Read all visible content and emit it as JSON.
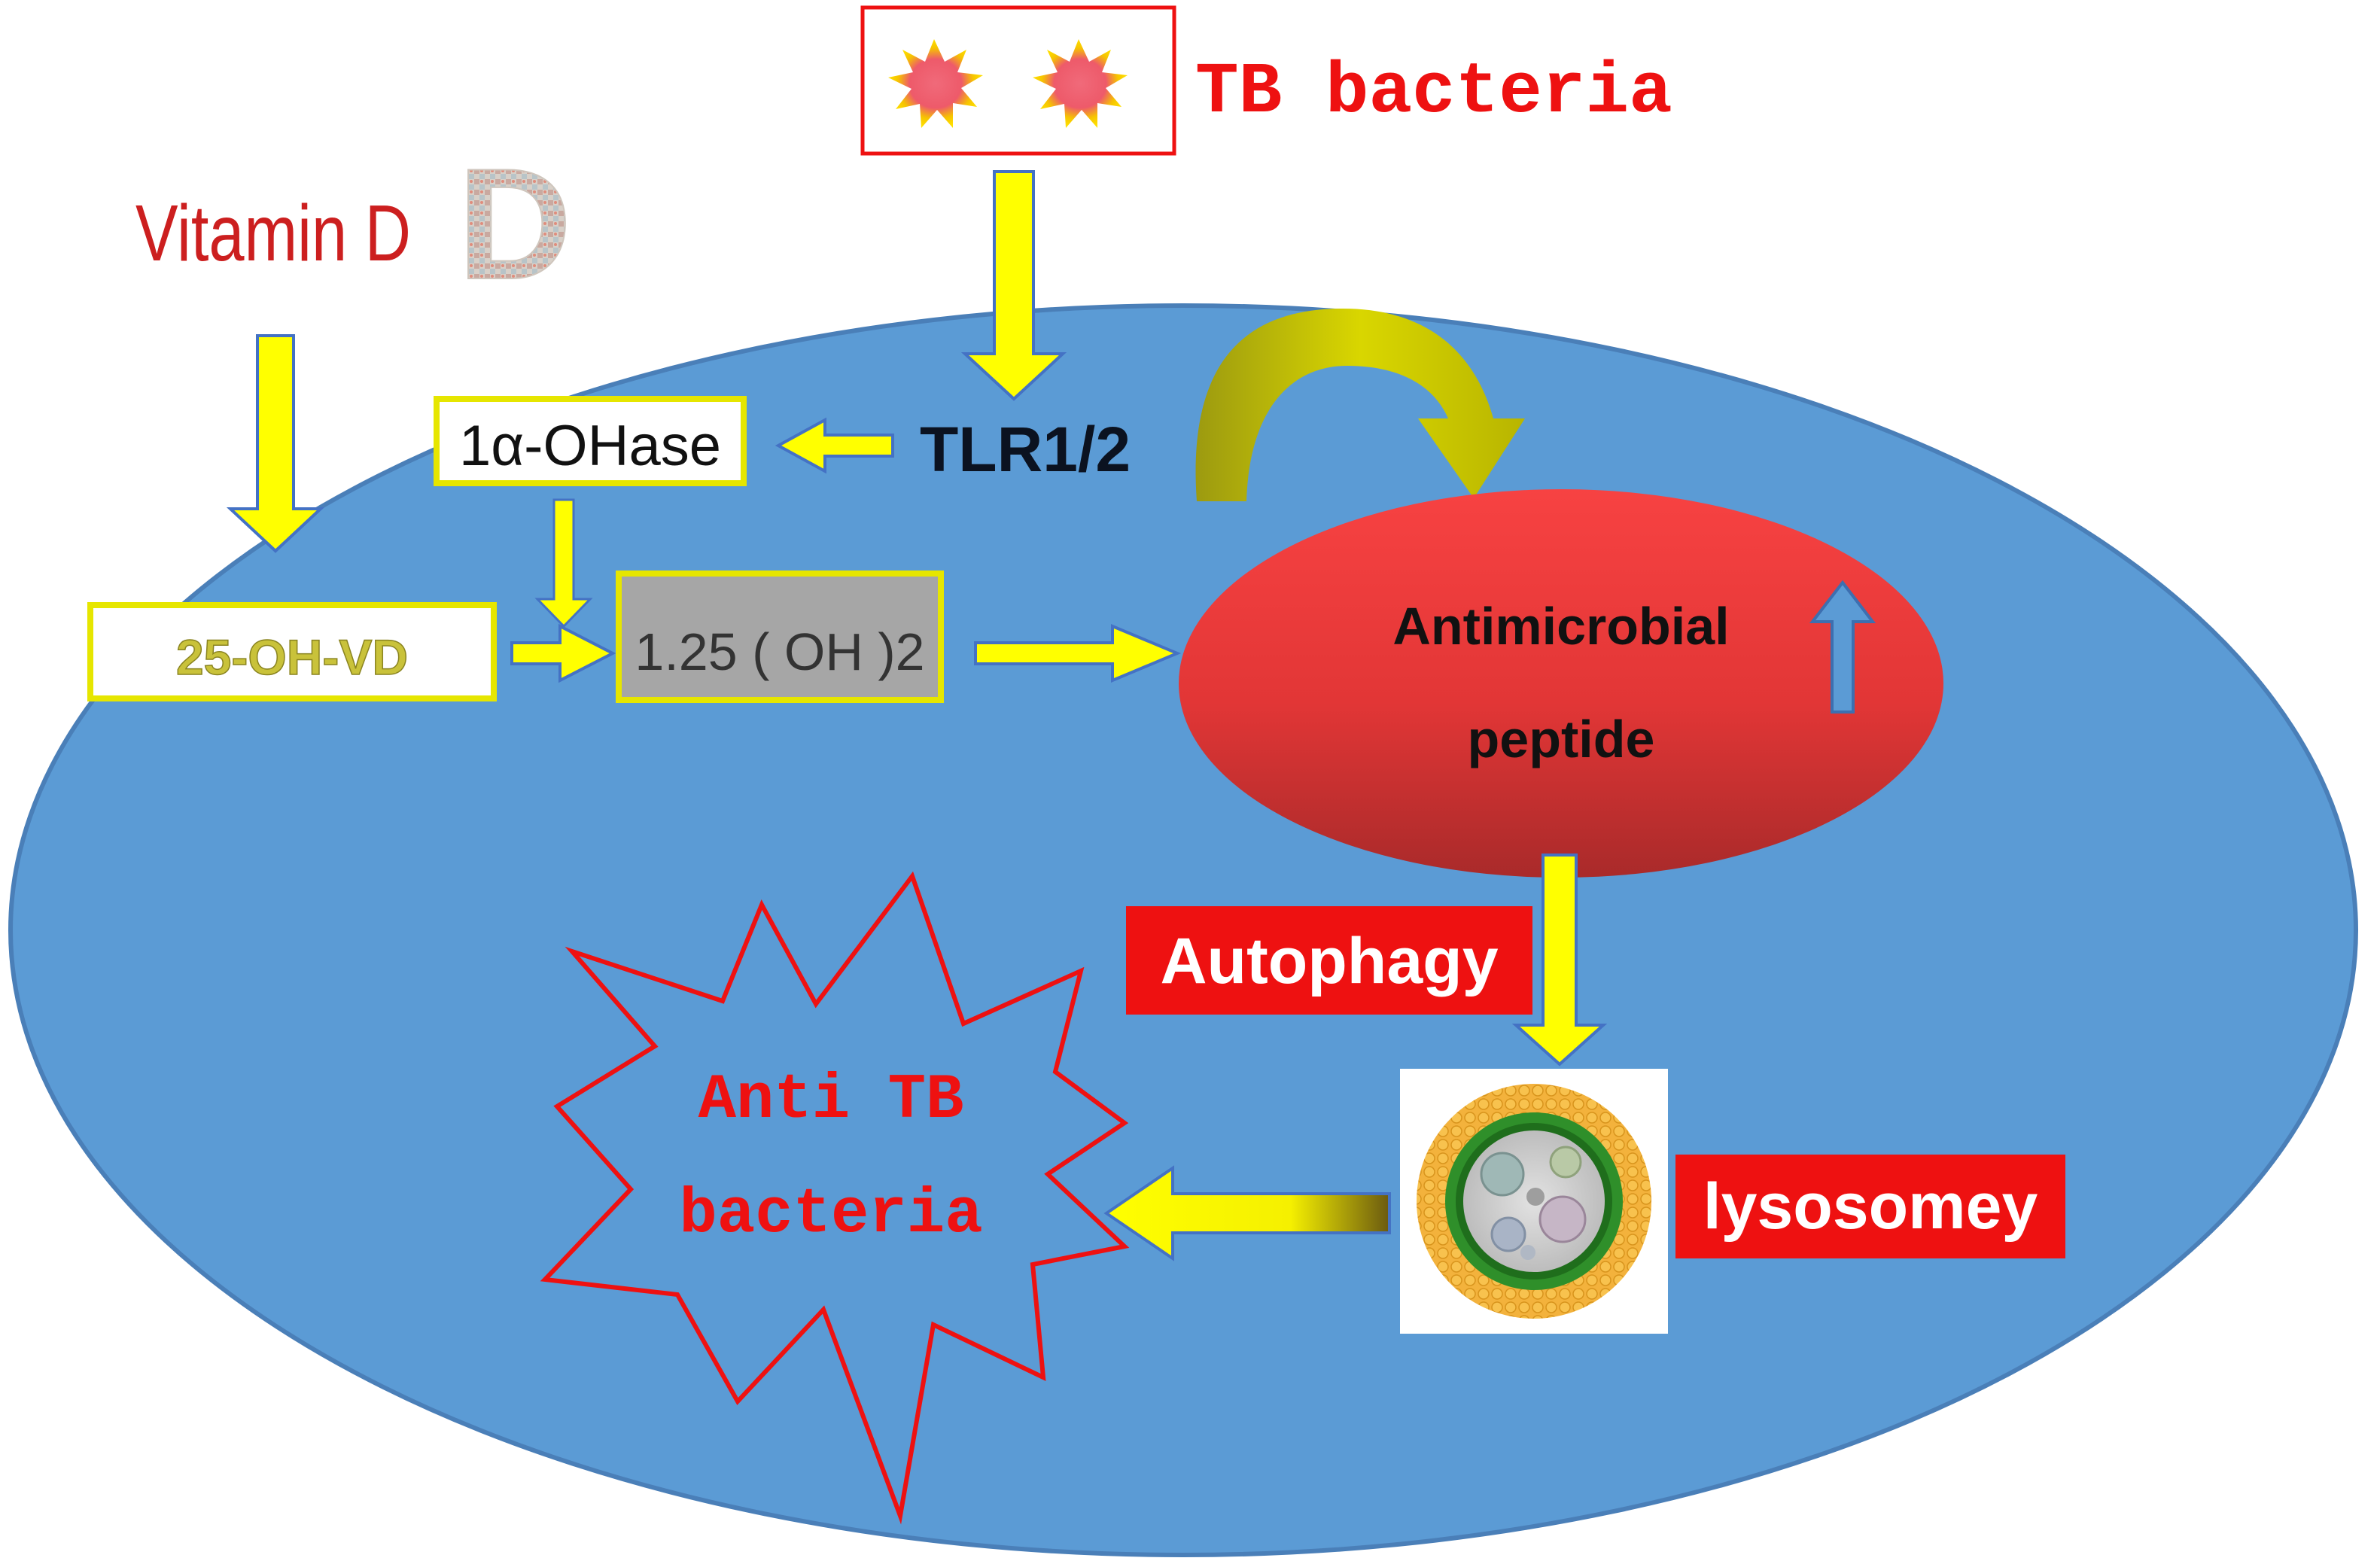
{
  "colors": {
    "cell": "#5b9bd5",
    "cell_border": "#4a7fb8",
    "arrow_fill": "#ffff00",
    "arrow_stroke": "#4472c4",
    "red": "#ee1111",
    "peptide_top": "#f74242",
    "peptide_bottom": "#a92a2a",
    "box_gray": "#a6a6a6",
    "curve_arrow": "#c8c600",
    "dark_text": "#0b1220"
  },
  "labels": {
    "tb_bacteria": "TB bacteria",
    "vitamin_d": "Vitamin D",
    "vitamin_d_glyph": "D",
    "tlr": "TLR1/2",
    "ohase": "1α-OHase",
    "vd25": "25-OH-VD",
    "oh2": "1.25 ( OH )2",
    "peptide_line1": "Antimicrobial",
    "peptide_line2": "peptide",
    "autophagy": "Autophagy",
    "lysosome": "lysosomey",
    "anti_line1": "Anti TB",
    "anti_line2": "bacteria"
  },
  "icons": {
    "bacteria": "burst-icon",
    "increase": "up-arrow-icon",
    "lysosome": "vesicle-icon"
  }
}
